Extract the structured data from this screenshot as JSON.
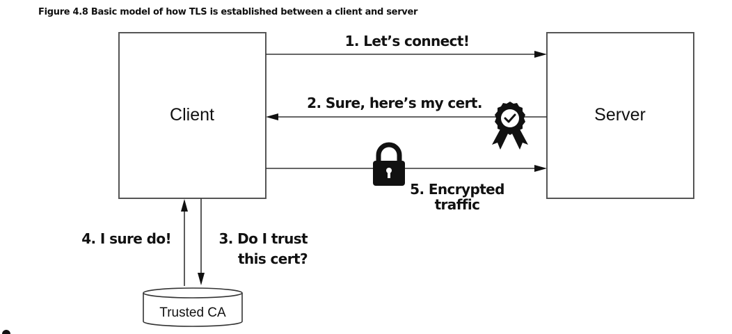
{
  "figure": {
    "caption": "Figure 4.8 Basic model of how TLS is established between a client and server"
  },
  "nodes": {
    "client": {
      "label": "Client"
    },
    "server": {
      "label": "Server"
    },
    "trusted_ca": {
      "label": "Trusted CA",
      "shape": "database-cylinder"
    }
  },
  "messages": [
    {
      "step": 1,
      "lines": [
        "1. Let’s connect!"
      ],
      "from": "client",
      "to": "server"
    },
    {
      "step": 2,
      "lines": [
        "2. Sure, here’s my cert."
      ],
      "from": "server",
      "to": "client",
      "icon": "certificate-badge-icon"
    },
    {
      "step": 3,
      "lines": [
        "3. Do I trust",
        "this cert?"
      ],
      "from": "client",
      "to": "trusted_ca"
    },
    {
      "step": 4,
      "lines": [
        "4. I sure do!"
      ],
      "from": "trusted_ca",
      "to": "client"
    },
    {
      "step": 5,
      "lines": [
        "5. Encrypted",
        "traffic"
      ],
      "from": "client",
      "to": "server",
      "icon": "padlock-icon"
    }
  ],
  "colors": {
    "ink": "#111111",
    "box_stroke": "#555555",
    "background": "#ffffff"
  }
}
